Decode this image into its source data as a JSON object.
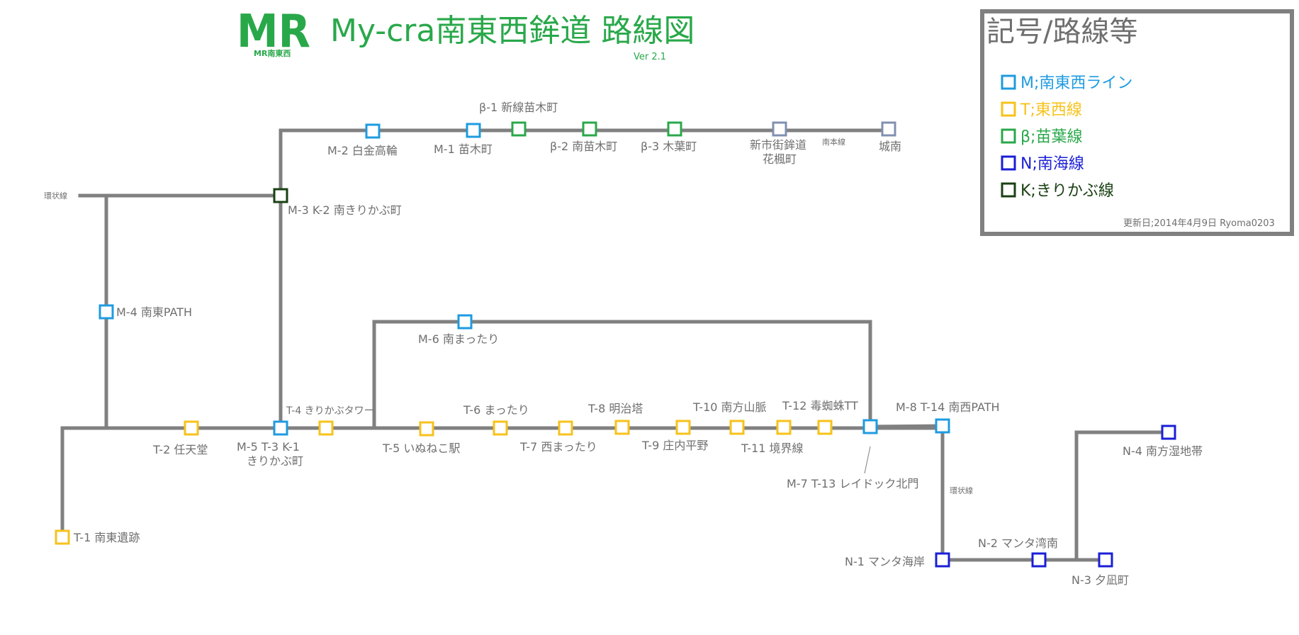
{
  "colors": {
    "track": "#808080",
    "M": "#1e9be0",
    "T": "#f7c21b",
    "B": "#29a84a",
    "N": "#1a1fd6",
    "K": "#1a4013",
    "other": "#8090b0",
    "title": "#29a84a",
    "legend_border": "#808080"
  },
  "logo": {
    "mark": "MR",
    "sub": "MR南東西"
  },
  "header": {
    "title": "My-cra南東西鉾道 路線図",
    "version": "Ver 2.1"
  },
  "legend": {
    "title": "記号/路線等",
    "items": [
      {
        "label": "M;南東西ライン",
        "color_key": "M"
      },
      {
        "label": "T;東西線",
        "color_key": "T"
      },
      {
        "label": "β;苗葉線",
        "color_key": "B"
      },
      {
        "label": "N;南海線",
        "color_key": "N"
      },
      {
        "label": "K;きりかぶ線",
        "color_key": "K"
      }
    ],
    "updated": "更新日;2014年4月9日 Ryoma0203"
  },
  "stations": [
    {
      "id": "m2",
      "color": "M",
      "label": "M-2 白金高輪"
    },
    {
      "id": "m1",
      "color": "M",
      "label": "M-1 苗木町"
    },
    {
      "id": "b1",
      "color": "B",
      "label": "β-1 新線苗木町"
    },
    {
      "id": "b2",
      "color": "B",
      "label": "β-2 南苗木町"
    },
    {
      "id": "b3",
      "color": "B",
      "label": "β-3 木葉町"
    },
    {
      "id": "shinshi",
      "color": "other",
      "label": "新市街鉾道",
      "label2": "花楓町"
    },
    {
      "id": "jonan",
      "color": "other",
      "label": "城南"
    },
    {
      "id": "m3",
      "color": "K",
      "label": "M-3 K-2 南きりかぶ町"
    },
    {
      "id": "m4",
      "color": "M",
      "label": "M-4 南東PATH"
    },
    {
      "id": "m6",
      "color": "M",
      "label": "M-6 南まったり"
    },
    {
      "id": "t1",
      "color": "T",
      "label": "T-1 南東遺跡"
    },
    {
      "id": "t2",
      "color": "T",
      "label": "T-2 任天堂"
    },
    {
      "id": "m5",
      "color": "M",
      "label": "M-5 T-3 K-1",
      "label2": "きりかぶ町"
    },
    {
      "id": "t4",
      "color": "T",
      "label": "T-4 きりかぶタワー"
    },
    {
      "id": "t5",
      "color": "T",
      "label": "T-5 いぬねこ駅"
    },
    {
      "id": "t6",
      "color": "T",
      "label": "T-6 まったり"
    },
    {
      "id": "t7",
      "color": "T",
      "label": "T-7 西まったり"
    },
    {
      "id": "t8",
      "color": "T",
      "label": "T-8 明治塔"
    },
    {
      "id": "t9",
      "color": "T",
      "label": "T-9 庄内平野"
    },
    {
      "id": "t10",
      "color": "T",
      "label": "T-10 南方山脈"
    },
    {
      "id": "t11",
      "color": "T",
      "label": "T-11 境界線"
    },
    {
      "id": "t12",
      "color": "T",
      "label": "T-12 毒蜘蛛TT"
    },
    {
      "id": "m7",
      "color": "M",
      "label": "M-7 T-13 レイドック北門"
    },
    {
      "id": "m8",
      "color": "M",
      "label": "M-8 T-14 南西PATH"
    },
    {
      "id": "n1",
      "color": "N",
      "label": "N-1 マンタ海岸"
    },
    {
      "id": "n2",
      "color": "N",
      "label": "N-2 マンタ湾南"
    },
    {
      "id": "n3",
      "color": "N",
      "label": "N-3 夕凪町"
    },
    {
      "id": "n4",
      "color": "N",
      "label": "N-4 南方湿地帯"
    }
  ],
  "line_notes": {
    "loop_west": "環状線",
    "loop_east": "環状線",
    "nanhon": "南本線"
  }
}
